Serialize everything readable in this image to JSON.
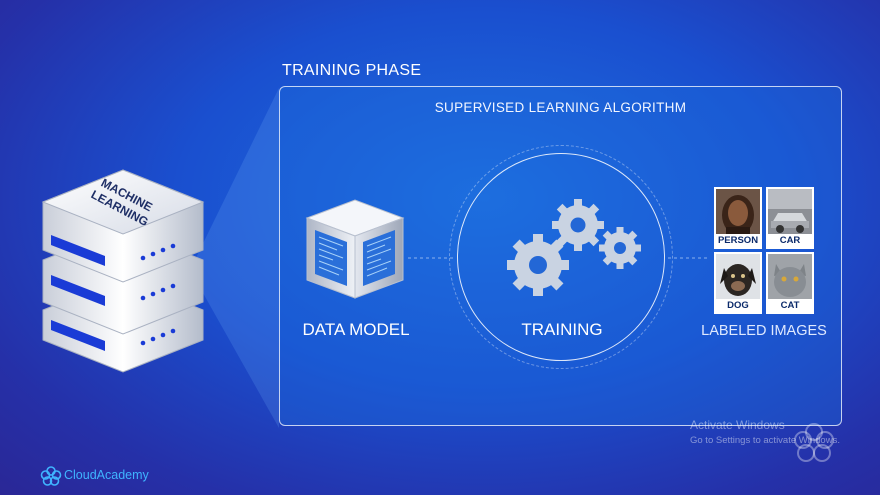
{
  "diagram": {
    "phase_title": "TRAINING PHASE",
    "algorithm_title": "SUPERVISED LEARNING ALGORITHM",
    "server_label_line1": "MACHINE",
    "server_label_line2": "LEARNING",
    "nodes": {
      "data_model": "DATA MODEL",
      "training": "TRAINING",
      "labeled_images": "LABELED IMAGES"
    },
    "images": [
      {
        "label": "PERSON"
      },
      {
        "label": "CAR"
      },
      {
        "label": "DOG"
      },
      {
        "label": "CAT"
      }
    ]
  },
  "watermark": {
    "line1": "Activate Windows",
    "line2": "Go to Settings to activate Windows."
  },
  "brand": {
    "name": "CloudAcademy"
  },
  "colors": {
    "background": "#1a4fcf",
    "panel_border": "#ffffff",
    "server_accent": "#1a3bd6",
    "brand_accent": "#3fb4ff"
  }
}
